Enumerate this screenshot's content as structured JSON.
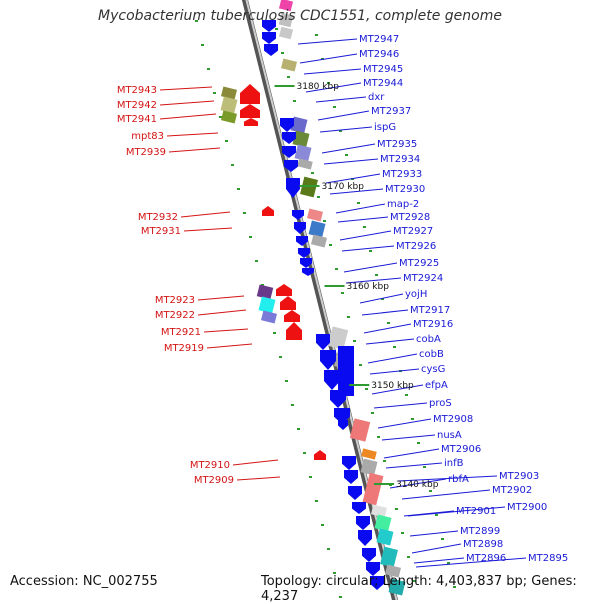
{
  "title": "Mycobacterium tuberculosis CDC1551, complete genome",
  "footer": {
    "accession": "Accession: NC_002755",
    "summary": "Topology: circular; Length: 4,403,837 bp; Genes: 4,237"
  },
  "colors": {
    "backbone": "#7a7a7a",
    "forward_arrow": "#0a0af0",
    "reverse_arrow": "#ee1111",
    "right_label": "#1a1ad6",
    "left_label": "#d41414",
    "tick": "#2f9a2f"
  },
  "scale": {
    "ticks": [
      "3180 kbp",
      "3170 kbp",
      "3160 kbp",
      "3150 kbp",
      "3140 kbp"
    ]
  },
  "genes_right": [
    "MT2947",
    "MT2946",
    "MT2945",
    "MT2944",
    "dxr",
    "MT2937",
    "ispG",
    "MT2935",
    "MT2934",
    "MT2933",
    "MT2930",
    "map-2",
    "MT2928",
    "MT2927",
    "MT2926",
    "MT2925",
    "MT2924",
    "yojH",
    "MT2917",
    "MT2916",
    "cobA",
    "cobB",
    "cysG",
    "efpA",
    "proS",
    "MT2908",
    "nusA",
    "MT2906",
    "infB",
    "rbfA",
    "MT2903",
    "MT2902",
    "MT2901",
    "MT2900",
    "MT2899",
    "MT2898",
    "MT2896",
    "MT2895"
  ],
  "genes_left": [
    "MT2943",
    "MT2942",
    "MT2941",
    "mpt83",
    "MT2939",
    "MT2932",
    "MT2931",
    "MT2923",
    "MT2922",
    "MT2921",
    "MT2919",
    "MT2910",
    "MT2909"
  ]
}
